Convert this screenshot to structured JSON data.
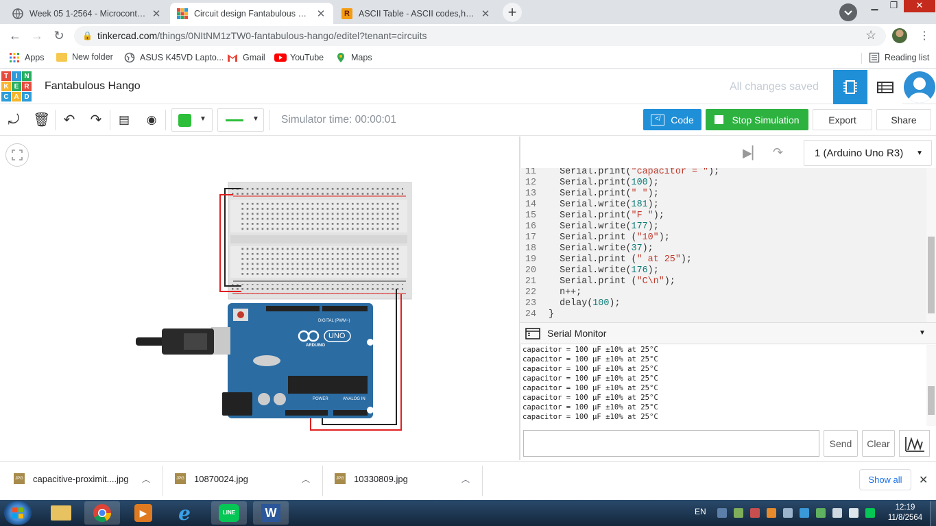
{
  "browser": {
    "tabs": [
      {
        "title": "Week 05 1-2564 - Microcontrolle",
        "icon": "chrome-web-icon",
        "active": false
      },
      {
        "title": "Circuit design Fantabulous Hango",
        "icon": "tinkercad-icon",
        "active": true
      },
      {
        "title": "ASCII Table - ASCII codes,hex,dec",
        "icon": "ascii-r-icon",
        "active": false
      }
    ],
    "close_glyph": "✕",
    "new_tab_glyph": "+",
    "url_host": "tinkercad.com",
    "url_path": "/things/0NItNM1zTW0-fantabulous-hango/editel?tenant=circuits",
    "bookmarks": [
      "Apps",
      "New folder",
      "ASUS K45VD Lapto...",
      "Gmail",
      "YouTube",
      "Maps"
    ],
    "reading_list": "Reading list"
  },
  "tinkercad": {
    "logo_letters": [
      "T",
      "I",
      "N",
      "K",
      "E",
      "R",
      "C",
      "A",
      "D"
    ],
    "design_title": "Fantabulous Hango",
    "save_status": "All changes saved"
  },
  "toolbar": {
    "simulator_time": "Simulator time: 00:00:01",
    "code_label": "Code",
    "stop_label": "Stop Simulation",
    "export_label": "Export",
    "share_label": "Share",
    "fill_color": "#2dbe3a",
    "code_btn_color": "#1f8fd8",
    "stop_btn_color": "#2db240"
  },
  "board": {
    "selector": "1 (Arduino Uno R3)",
    "brand": "ARDUINO",
    "model": "UNO",
    "digital_label": "DIGITAL (PWM~)",
    "power_label": "POWER",
    "analog_label": "ANALOG IN"
  },
  "code": {
    "lines": [
      {
        "n": "11",
        "pre": "  Serial.print(",
        "str": "\"capacitor = \"",
        "post": ");"
      },
      {
        "n": "12",
        "pre": "  Serial.print(",
        "num": "100",
        "post": ");"
      },
      {
        "n": "13",
        "pre": "  Serial.print(",
        "str": "\" \"",
        "post": ");"
      },
      {
        "n": "14",
        "pre": "  Serial.write(",
        "num": "181",
        "post": ");"
      },
      {
        "n": "15",
        "pre": "  Serial.print(",
        "str": "\"F \"",
        "post": ");"
      },
      {
        "n": "16",
        "pre": "  Serial.write(",
        "num": "177",
        "post": ");"
      },
      {
        "n": "17",
        "pre": "  Serial.print (",
        "str": "\"10\"",
        "post": ");"
      },
      {
        "n": "18",
        "pre": "  Serial.write(",
        "num": "37",
        "post": ");"
      },
      {
        "n": "19",
        "pre": "  Serial.print (",
        "str": "\" at 25\"",
        "post": ");"
      },
      {
        "n": "20",
        "pre": "  Serial.write(",
        "num": "176",
        "post": ");"
      },
      {
        "n": "21",
        "pre": "  Serial.print (",
        "str": "\"C\\n\"",
        "post": ");"
      },
      {
        "n": "22",
        "pre": "  n++;",
        "post": ""
      },
      {
        "n": "23",
        "pre": "  delay(",
        "num": "100",
        "post": ");"
      },
      {
        "n": "24",
        "pre": "}",
        "post": ""
      }
    ]
  },
  "serial": {
    "title": "Serial Monitor",
    "lines": [
      "capacitor = 100 µF ±10% at 25°C",
      "capacitor = 100 µF ±10% at 25°C",
      "capacitor = 100 µF ±10% at 25°C",
      "capacitor = 100 µF ±10% at 25°C",
      "capacitor = 100 µF ±10% at 25°C",
      "capacitor = 100 µF ±10% at 25°C",
      "capacitor = 100 µF ±10% at 25°C",
      "capacitor = 100 µF ±10% at 25°C"
    ],
    "send_label": "Send",
    "clear_label": "Clear"
  },
  "downloads": {
    "files": [
      "capacitive-proximit....jpg",
      "10870024.jpg",
      "10330809.jpg"
    ],
    "show_all": "Show all"
  },
  "taskbar": {
    "lang": "EN",
    "time": "12:19",
    "date": "11/8/2564",
    "line_label": "LINE",
    "word_label": "W"
  }
}
